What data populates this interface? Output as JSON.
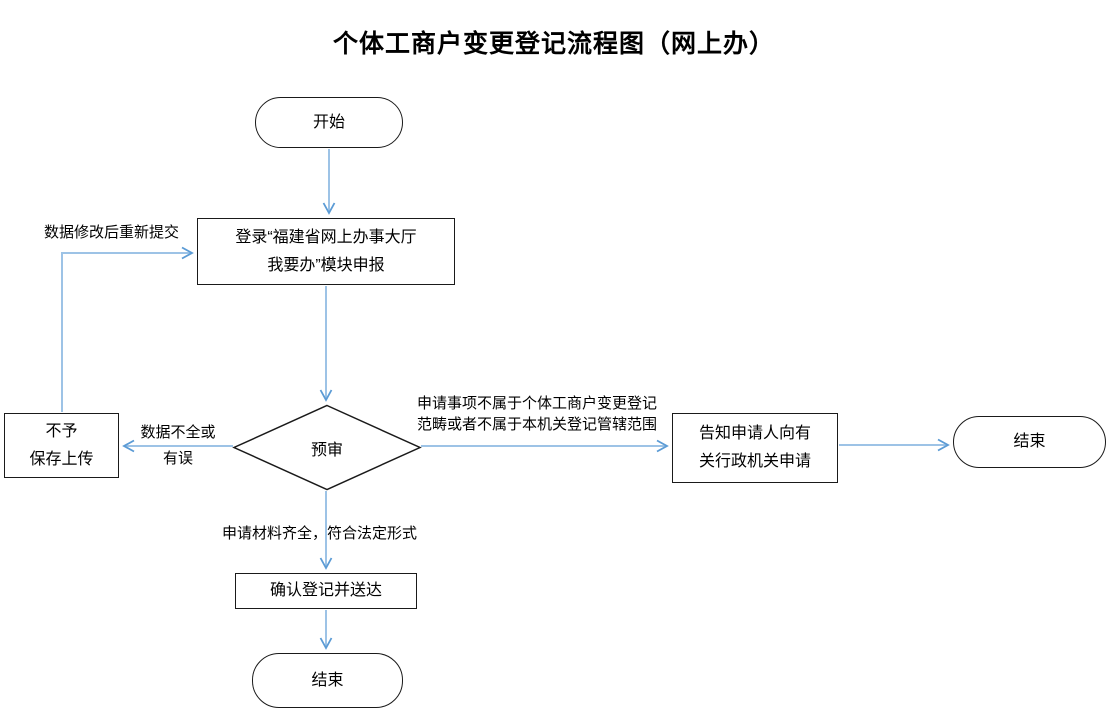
{
  "title": "个体工商户变更登记流程图（网上办）",
  "nodes": {
    "start": {
      "label": "开始"
    },
    "login": {
      "lines": [
        "登录“福建省网上办事大厅",
        "我要办”模块申报"
      ]
    },
    "review": {
      "label": "预审"
    },
    "refuse": {
      "lines": [
        "不予",
        "保存上传"
      ]
    },
    "inform": {
      "lines": [
        "告知申请人向有",
        "关行政机关申请"
      ]
    },
    "end_right": {
      "label": "结束"
    },
    "confirm": {
      "label": "确认登记并送达"
    },
    "end_bottom": {
      "label": "结束"
    }
  },
  "edge_labels": {
    "resubmit": "数据修改后重新提交",
    "incomplete": [
      "数据不全或",
      "有误"
    ],
    "out_of_scope": [
      "申请事项不属于个体工商户变更登记",
      "范畴或者不属于本机关登记管辖范围"
    ],
    "complete": "申请材料齐全，符合法定形式"
  },
  "colors": {
    "arrow_stem": "#9DC3E6",
    "arrow_head": "#5B9BD5",
    "shape_border": "#1A1A1A",
    "text": "#000000",
    "background": "#FFFFFF"
  }
}
